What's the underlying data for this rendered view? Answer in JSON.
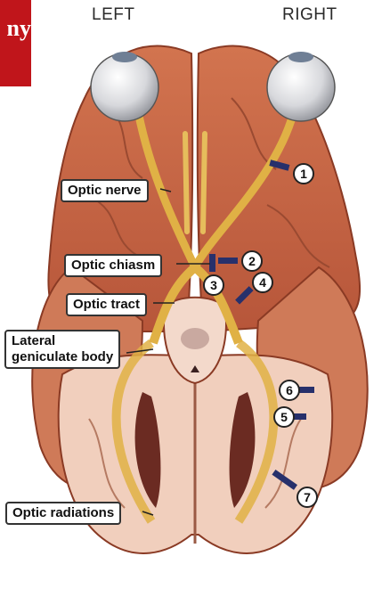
{
  "badge": {
    "text": "ny"
  },
  "header": {
    "left": "LEFT",
    "right": "RIGHT"
  },
  "labels": {
    "optic_nerve": "Optic nerve",
    "optic_chiasm": "Optic chiasm",
    "optic_tract": "Optic tract",
    "lateral_geniculate": "Lateral\ngeniculate body",
    "optic_radiations": "Optic radiations"
  },
  "lesion_numbers": [
    "1",
    "2",
    "3",
    "4",
    "5",
    "6",
    "7"
  ],
  "colors": {
    "badge": "#c0151b",
    "pathway": "#e0b145",
    "brain": "#c96b4a",
    "brainstem": "#f0d7c8",
    "lesion_marker": "#27306b"
  }
}
